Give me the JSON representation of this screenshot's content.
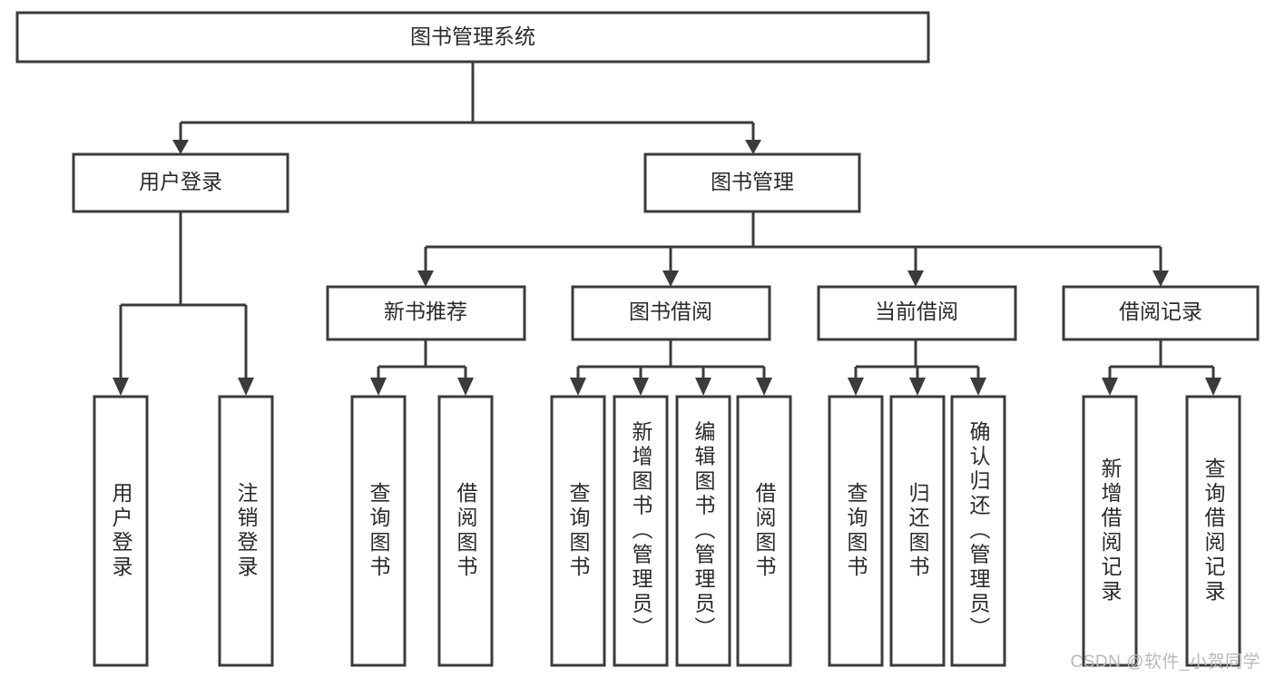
{
  "diagram": {
    "type": "tree-hierarchy",
    "title": "图书管理系统",
    "watermark": "CSDN @软件_小贺同学",
    "colors": {
      "stroke": "#3b3b3b",
      "fill": "#ffffff",
      "text": "#2a2a2a",
      "watermark": "#b9b9b9",
      "background": "#ffffff"
    },
    "root": {
      "label": "图书管理系统"
    },
    "level2": [
      {
        "label": "用户登录"
      },
      {
        "label": "图书管理"
      }
    ],
    "level3": [
      {
        "label": "新书推荐"
      },
      {
        "label": "图书借阅"
      },
      {
        "label": "当前借阅"
      },
      {
        "label": "借阅记录"
      }
    ],
    "leaves": {
      "user_login": [
        {
          "label": "用户登录"
        },
        {
          "label": "注销登录"
        }
      ],
      "new_book_recommend": [
        {
          "label": "查询图书"
        },
        {
          "label": "借阅图书"
        }
      ],
      "book_borrow": [
        {
          "label": "查询图书"
        },
        {
          "label": "新增图书（管理员）"
        },
        {
          "label": "编辑图书（管理员）"
        },
        {
          "label": "借阅图书"
        }
      ],
      "current_borrow": [
        {
          "label": "查询图书"
        },
        {
          "label": "归还图书"
        },
        {
          "label": "确认归还（管理员）"
        }
      ],
      "borrow_record": [
        {
          "label": "新增借阅记录"
        },
        {
          "label": "查询借阅记录"
        }
      ]
    }
  }
}
